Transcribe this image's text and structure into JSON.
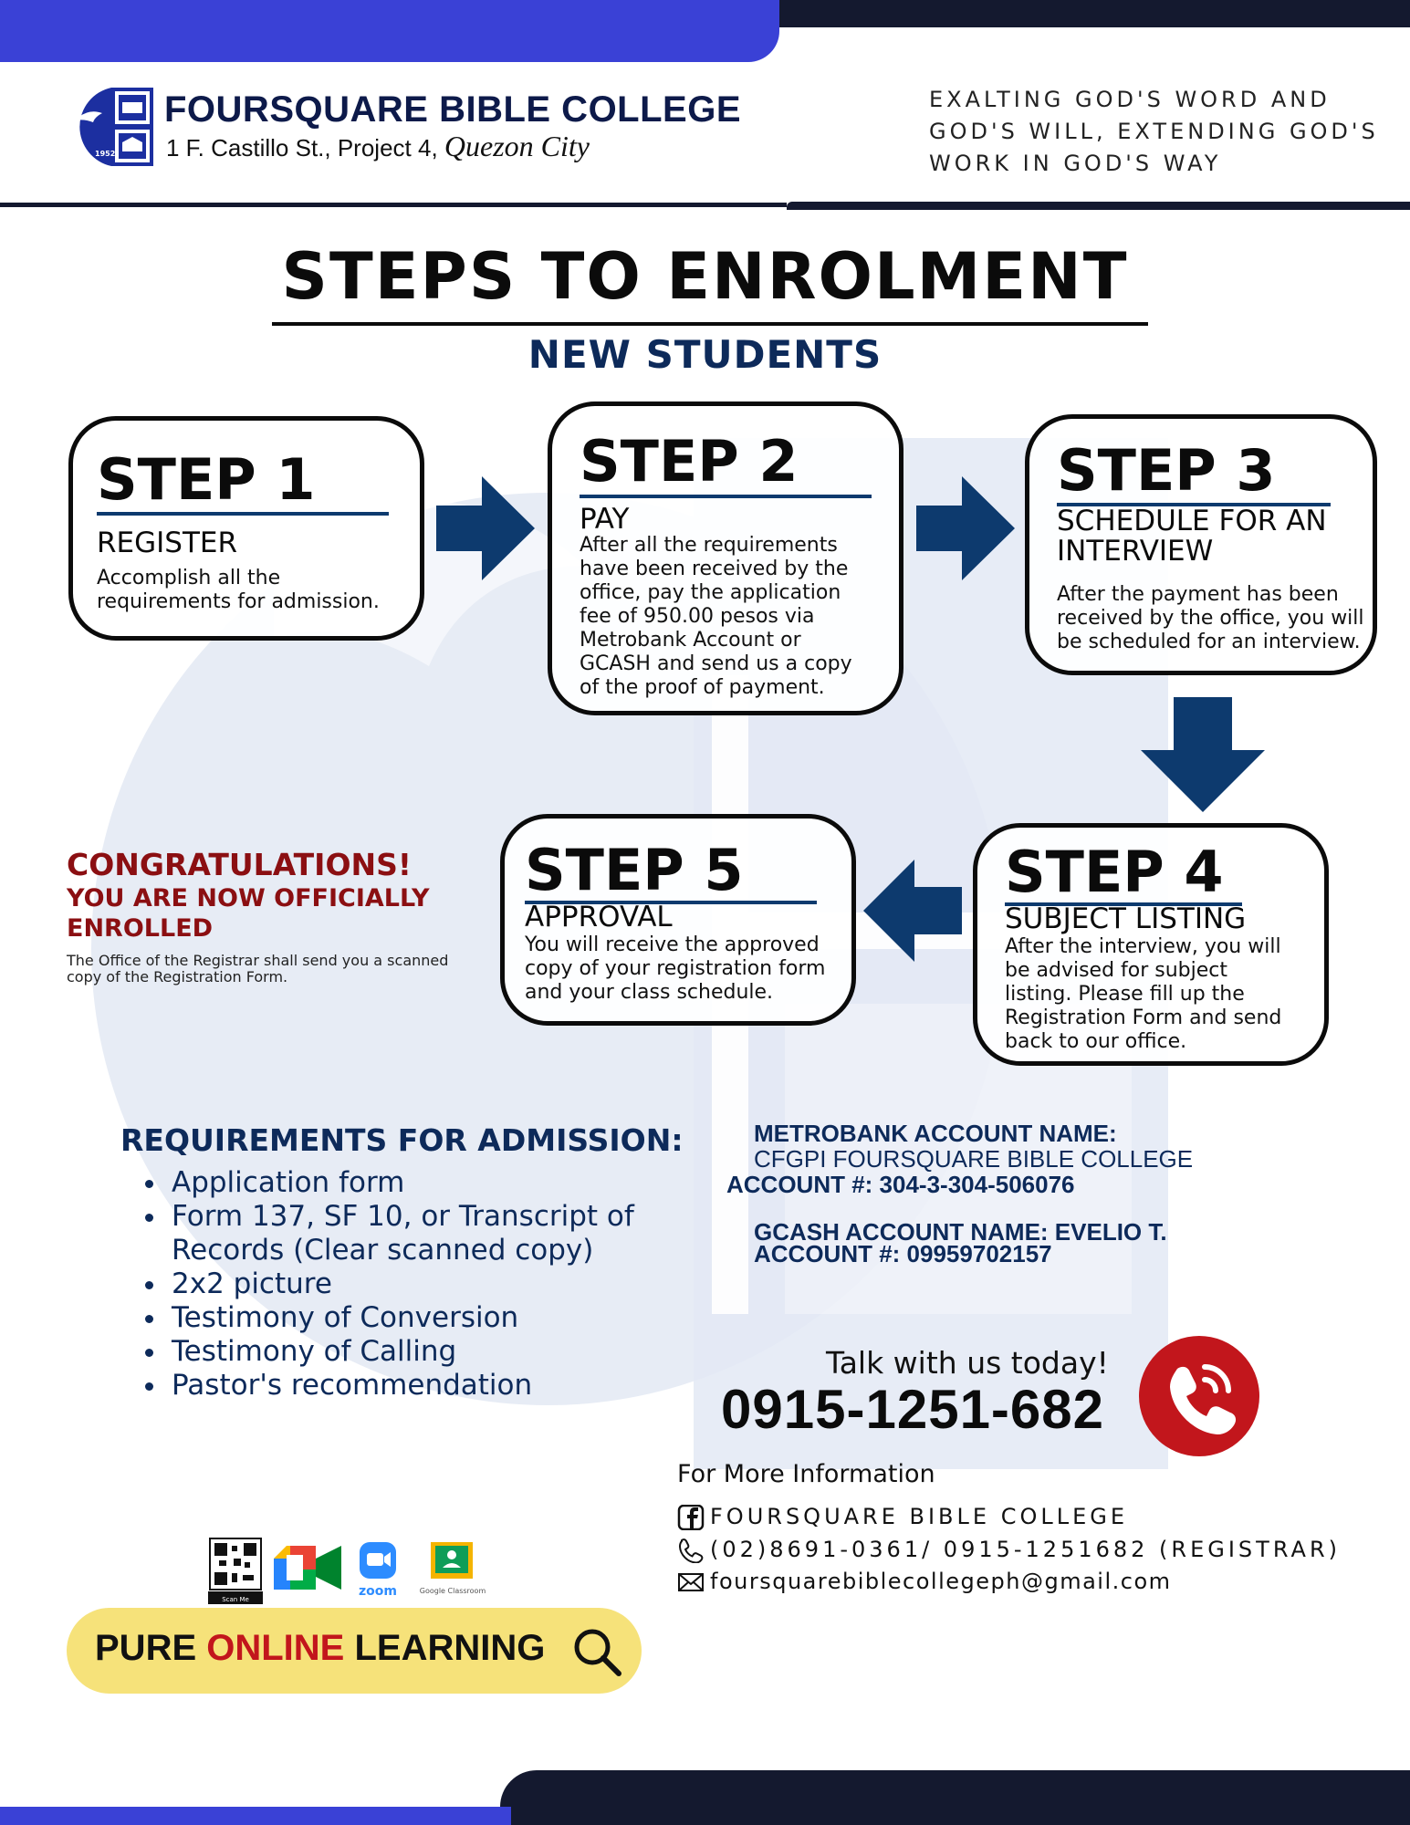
{
  "header": {
    "college_name": "FOURSQUARE BIBLE COLLEGE",
    "address_main": "1 F. Castillo St., Project 4,",
    "address_city": "Quezon City",
    "logo_year": "1952",
    "motto_lines": [
      "EXALTING GOD'S WORD AND",
      "GOD'S WILL, EXTENDING GOD'S",
      "WORK IN GOD'S WAY"
    ]
  },
  "title": "STEPS TO ENROLMENT",
  "subtitle": "NEW STUDENTS",
  "steps": [
    {
      "number": "STEP 1",
      "heading": "REGISTER",
      "body": "Accomplish all the requirements for admission."
    },
    {
      "number": "STEP 2",
      "heading": "PAY",
      "body": "After all the requirements have been received by the office, pay the application fee of 950.00 pesos via Metrobank Account or GCASH and send us a copy of the proof of payment."
    },
    {
      "number": "STEP 3",
      "heading": "SCHEDULE FOR AN INTERVIEW",
      "body": "After the payment has been received by the office, you will be scheduled for an interview."
    },
    {
      "number": "STEP 4",
      "heading": "SUBJECT LISTING",
      "body": "After the interview, you will be advised for subject listing. Please fill up the Registration Form and send back to our office."
    },
    {
      "number": "STEP 5",
      "heading": "APPROVAL",
      "body": "You will receive the approved copy of your registration form and your class schedule."
    }
  ],
  "congrats": {
    "title": "CONGRATULATIONS!",
    "subtitle": "YOU ARE NOW OFFICIALLY ENROLLED",
    "note": "The Office of the Registrar shall send you a scanned copy of the Registration Form."
  },
  "requirements": {
    "title": "REQUIREMENTS FOR ADMISSION:",
    "items": [
      "Application form",
      "Form 137, SF 10, or Transcript of Records (Clear scanned copy)",
      "2x2 picture",
      "Testimony of Conversion",
      "Testimony of Calling",
      "Pastor's recommendation"
    ]
  },
  "bank": {
    "metro_name_label": "METROBANK ACCOUNT NAME:",
    "metro_name": "CFGPI FOURSQUARE BIBLE COLLEGE",
    "metro_account": "ACCOUNT #: 304-3-304-506076",
    "gcash_name": "GCASH ACCOUNT NAME: EVELIO T.",
    "gcash_account": "ACCOUNT #: 09959702157"
  },
  "contact": {
    "talk": "Talk with us today!",
    "phone": "0915-1251-682",
    "more_info": "For More Information",
    "facebook": "FOURSQUARE BIBLE COLLEGE",
    "phones": "(02)8691-0361/ 0915-1251682 (REGISTRAR)",
    "email": "foursquarebiblecollegeph@gmail.com"
  },
  "apps": {
    "qr_label": "Scan Me",
    "zoom_label": "zoom",
    "classroom_label": "Google Classroom"
  },
  "banner": {
    "part1": "PURE ",
    "part2": "ONLINE",
    "part3": " LEARNING"
  },
  "colors": {
    "navy": "#14192f",
    "blue": "#3a41d6",
    "step_blue": "#0d3a6e",
    "maroon": "#8b0f12",
    "red": "#c2161c",
    "yellow": "#f6e27a"
  }
}
